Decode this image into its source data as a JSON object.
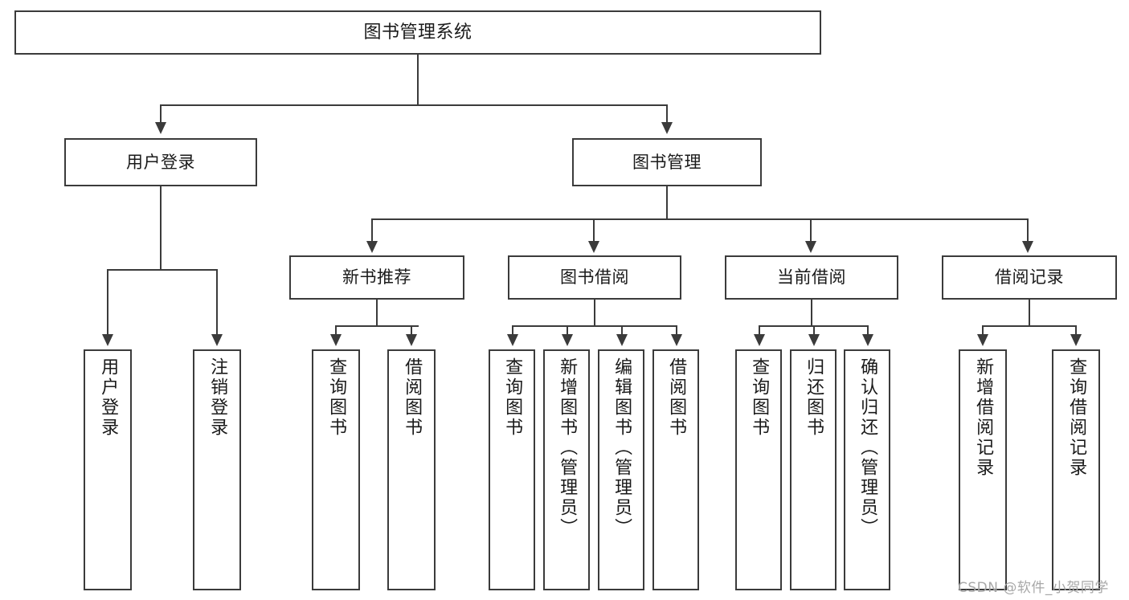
{
  "diagram": {
    "title": "图书管理系统",
    "type": "tree-hierarchy-chart",
    "root": {
      "label": "图书管理系统"
    },
    "level2": [
      {
        "label": "用户登录"
      },
      {
        "label": "图书管理"
      }
    ],
    "level3": [
      {
        "label": "新书推荐"
      },
      {
        "label": "图书借阅"
      },
      {
        "label": "当前借阅"
      },
      {
        "label": "借阅记录"
      }
    ],
    "leaves": {
      "user_login": [
        {
          "label": "用户登录"
        },
        {
          "label": "注销登录"
        }
      ],
      "new_book_recommend": [
        {
          "label": "查询图书"
        },
        {
          "label": "借阅图书"
        }
      ],
      "book_borrow": [
        {
          "label": "查询图书"
        },
        {
          "label": "新增图书（管理员）"
        },
        {
          "label": "编辑图书（管理员）"
        },
        {
          "label": "借阅图书"
        }
      ],
      "current_borrow": [
        {
          "label": "查询图书"
        },
        {
          "label": "归还图书"
        },
        {
          "label": "确认归还（管理员）"
        }
      ],
      "borrow_record": [
        {
          "label": "新增借阅记录"
        },
        {
          "label": "查询借阅记录"
        }
      ]
    }
  },
  "watermark": {
    "text": "CSDN @软件_小贺同学"
  },
  "colors": {
    "stroke": "#3b3b3b",
    "fill": "#ffffff",
    "text": "#1a1a1a",
    "watermark": "#a8a8a8"
  }
}
